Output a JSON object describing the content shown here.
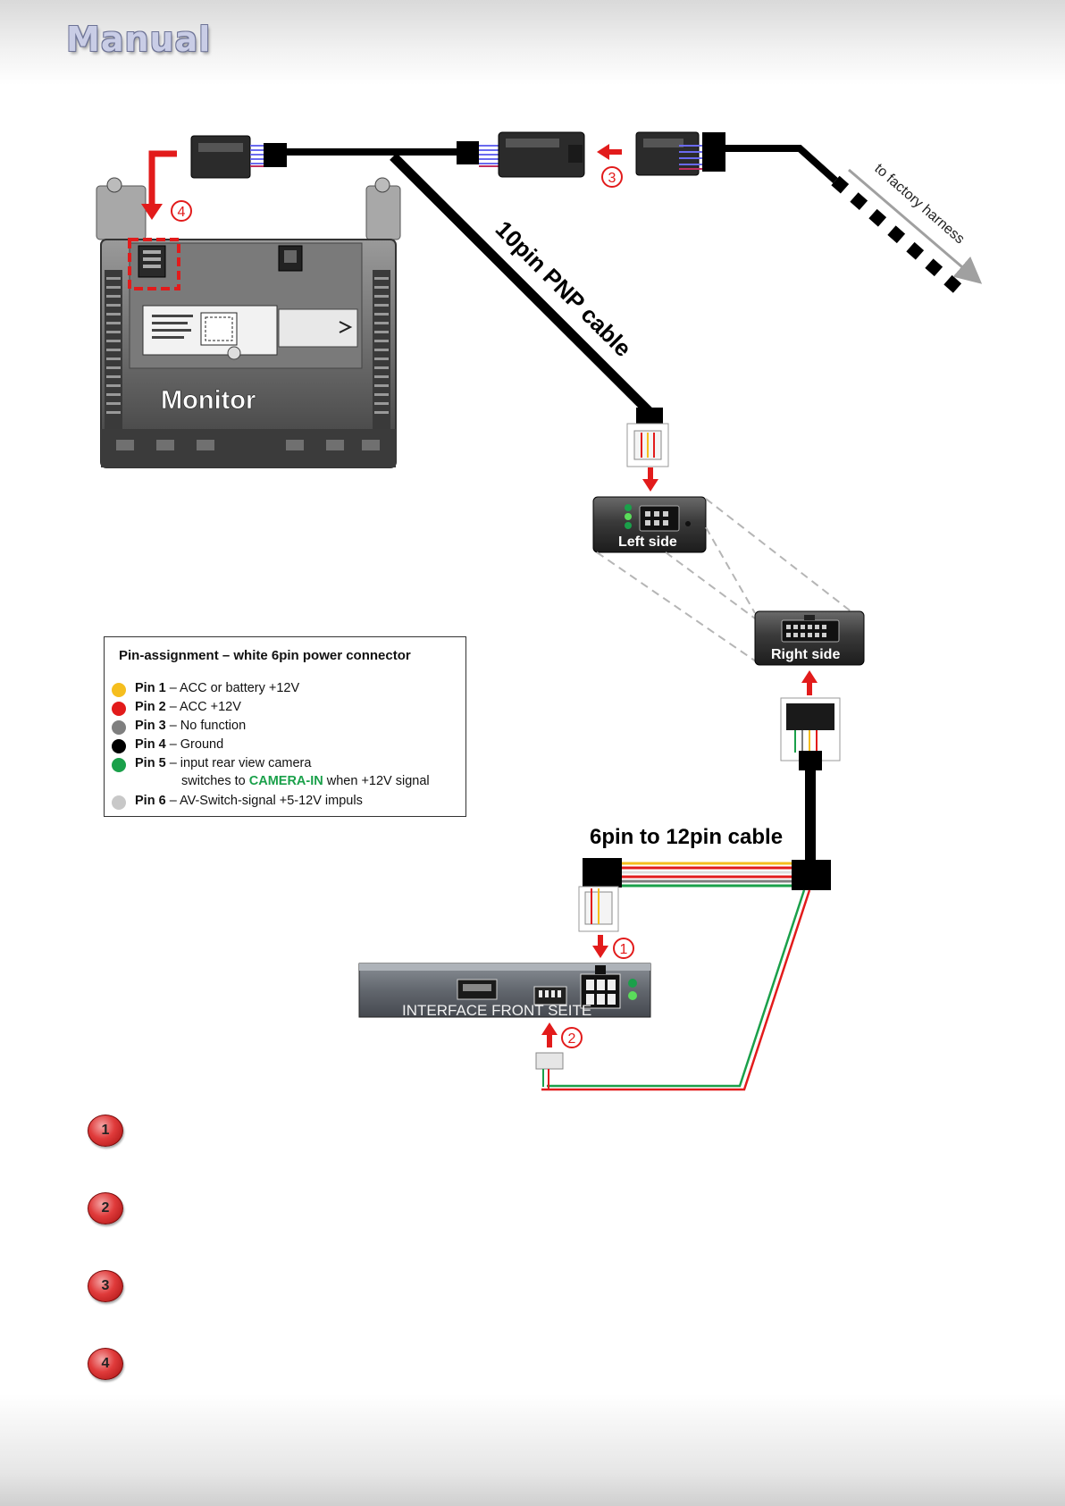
{
  "header": {
    "title": "Manual"
  },
  "labels": {
    "monitor": "Monitor",
    "pnp_cable": "10pin PNP cable",
    "factory_harness": "to factory harness",
    "left_side": "Left side",
    "right_side": "Right side",
    "cable_6_12": "6pin to 12pin cable",
    "interface": "INTERFACE FRONT SEITE"
  },
  "diagram_markers": [
    "1",
    "2",
    "3",
    "4"
  ],
  "pin_assignment": {
    "title": "Pin-assignment – white 6pin power connector",
    "pins": [
      {
        "name": "Pin 1",
        "desc": "– ACC or battery +12V",
        "color": "#f5be1e"
      },
      {
        "name": "Pin 2",
        "desc": "– ACC +12V",
        "color": "#e21b1b"
      },
      {
        "name": "Pin 3",
        "desc": "– No function",
        "color": "#7f7f7f"
      },
      {
        "name": "Pin 4",
        "desc": "– Ground",
        "color": "#000000"
      },
      {
        "name": "Pin 5",
        "desc": "– input rear view camera",
        "color": "#1aa04a"
      },
      {
        "name": "Pin 6",
        "desc": "– AV-Switch-signal +5-12V impuls",
        "color": "#c8c8c8"
      }
    ],
    "pin5_sub": {
      "prefix": "switches to",
      "highlight": "CAMERA-IN",
      "suffix": "when +12V signal"
    }
  },
  "steps": [
    "1",
    "2",
    "3",
    "4"
  ]
}
